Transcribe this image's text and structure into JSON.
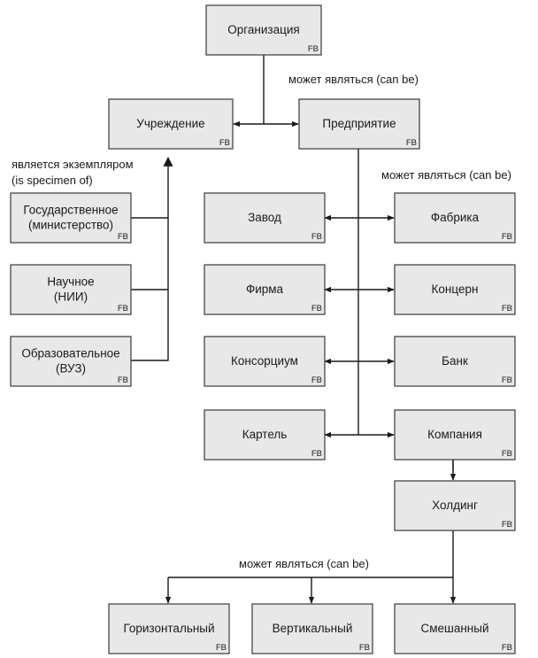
{
  "nodes": {
    "organization": {
      "label": [
        "Организация"
      ],
      "tag": "FB"
    },
    "institution": {
      "label": [
        "Учреждение"
      ],
      "tag": "FB"
    },
    "enterprise": {
      "label": [
        "Предприятие"
      ],
      "tag": "FB"
    },
    "state": {
      "label": [
        "Государственное",
        "(министерство)"
      ],
      "tag": "FB"
    },
    "scientific": {
      "label": [
        "Научное",
        "(НИИ)"
      ],
      "tag": "FB"
    },
    "educational": {
      "label": [
        "Образовательное",
        "(ВУЗ)"
      ],
      "tag": "FB"
    },
    "plant": {
      "label": [
        "Завод"
      ],
      "tag": "FB"
    },
    "factory": {
      "label": [
        "Фабрика"
      ],
      "tag": "FB"
    },
    "firm": {
      "label": [
        "Фирма"
      ],
      "tag": "FB"
    },
    "concern": {
      "label": [
        "Концерн"
      ],
      "tag": "FB"
    },
    "consortium": {
      "label": [
        "Консорциум"
      ],
      "tag": "FB"
    },
    "bank": {
      "label": [
        "Банк"
      ],
      "tag": "FB"
    },
    "cartel": {
      "label": [
        "Картель"
      ],
      "tag": "FB"
    },
    "company": {
      "label": [
        "Компания"
      ],
      "tag": "FB"
    },
    "holding": {
      "label": [
        "Холдинг"
      ],
      "tag": "FB"
    },
    "horizontal": {
      "label": [
        "Горизонтальный"
      ],
      "tag": "FB"
    },
    "vertical": {
      "label": [
        "Вертикальный"
      ],
      "tag": "FB"
    },
    "mixed": {
      "label": [
        "Смешанный"
      ],
      "tag": "FB"
    }
  },
  "labels": {
    "can_be_top": "может являться (can be)",
    "specimen_1": "является экземпляром",
    "specimen_2": "(is specimen of)",
    "can_be_right": "может являться (can be)",
    "can_be_bottom": "может являться (can be)"
  }
}
